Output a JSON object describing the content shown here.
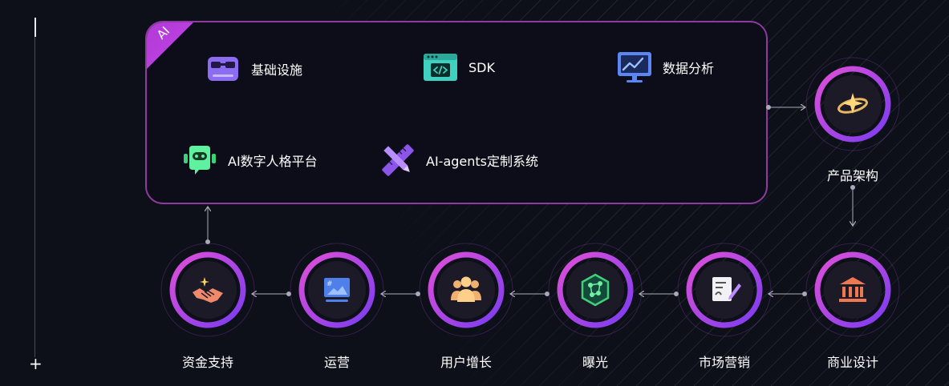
{
  "ai_panel": {
    "tag": "AI",
    "features": [
      {
        "label": "基础设施",
        "icon": "infrastructure-icon"
      },
      {
        "label": "SDK",
        "icon": "code-window-icon"
      },
      {
        "label": "数据分析",
        "icon": "chart-monitor-icon"
      },
      {
        "label": "AI数字人格平台",
        "icon": "robot-icon"
      },
      {
        "label": "AI-agents定制系统",
        "icon": "ruler-pencil-icon"
      }
    ]
  },
  "flow": {
    "nodes": [
      {
        "label": "产品架构",
        "icon": "planet-sparkle-icon"
      },
      {
        "label": "商业设计",
        "icon": "bank-icon"
      },
      {
        "label": "市场营销",
        "icon": "document-edit-icon"
      },
      {
        "label": "曝光",
        "icon": "network-hexagon-icon"
      },
      {
        "label": "用户增长",
        "icon": "users-icon"
      },
      {
        "label": "运营",
        "icon": "image-board-icon"
      },
      {
        "label": "资金支持",
        "icon": "handshake-icon"
      }
    ]
  },
  "colors": {
    "background": "#0d0f19",
    "panel_border": "#8f3aa0",
    "tag": "#b23ad6",
    "ring_start": "#e04fd8",
    "ring_end": "#7a3cf0",
    "connector": "#a9acb8"
  }
}
